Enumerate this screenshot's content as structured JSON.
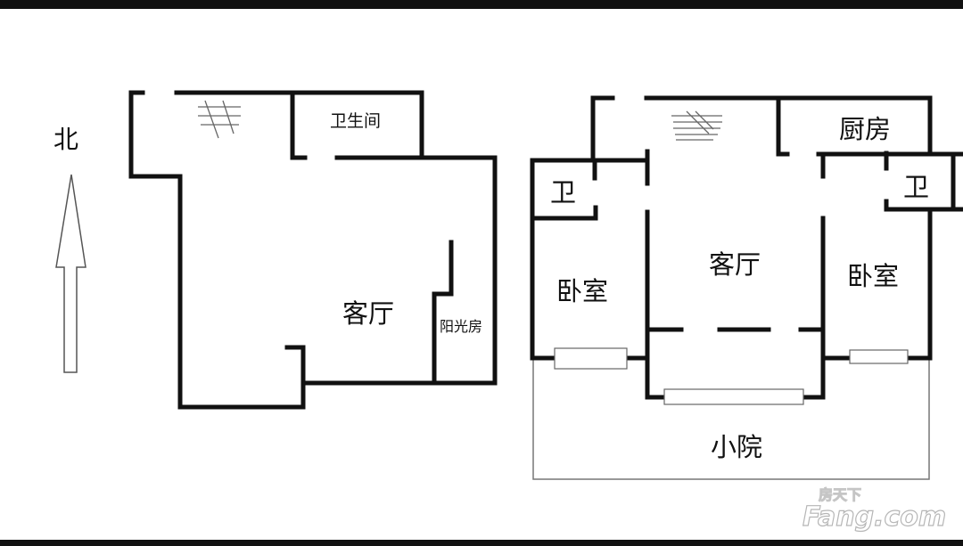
{
  "compass": {
    "label": "北"
  },
  "plan_left": {
    "rooms": {
      "bathroom": "卫生间",
      "living_room": "客厅",
      "sunroom": "阳光房"
    }
  },
  "plan_right": {
    "rooms": {
      "kitchen": "厨房",
      "bathroom_left": "卫",
      "bathroom_right": "卫",
      "bedroom_left": "卧室",
      "living_room": "客厅",
      "bedroom_right": "卧室",
      "yard": "小院"
    }
  },
  "watermark": {
    "cn": "房天下",
    "en": "Fang.com"
  }
}
